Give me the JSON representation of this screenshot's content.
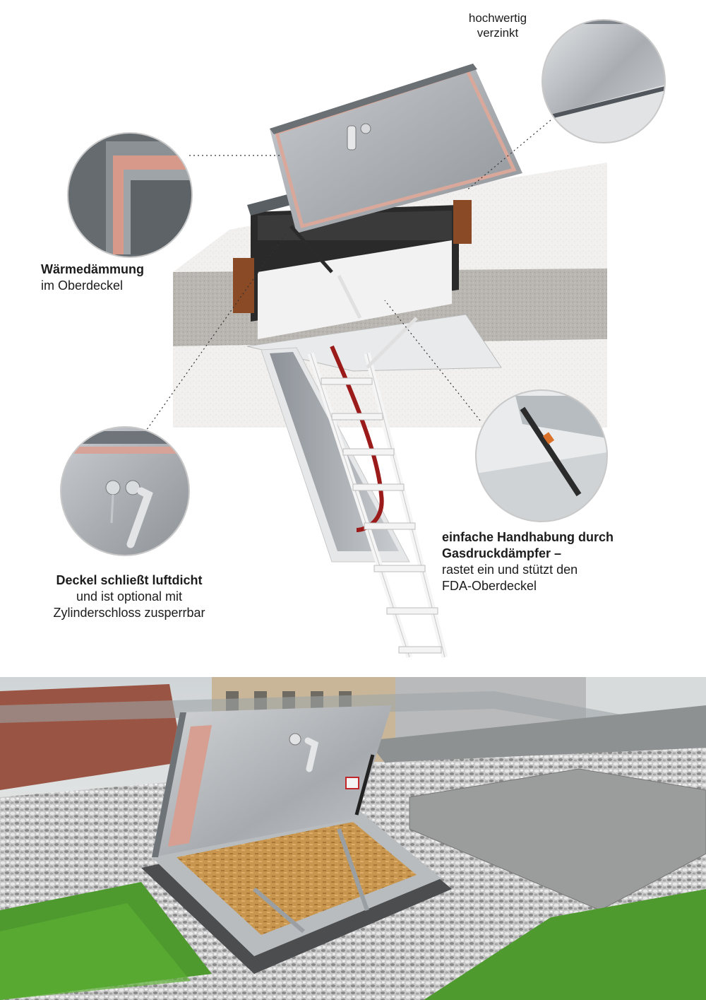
{
  "annotations": {
    "insulation": {
      "title": "Wärmedämmung",
      "text": "im Oberdeckel"
    },
    "galvanized": {
      "line1": "hochwertig",
      "line2": "verzinkt"
    },
    "damper": {
      "title1": "einfache Handhabung durch",
      "title2": "Gasdruckdämpfer –",
      "text1": "rastet ein und stützt den",
      "text2": "FDA-Oberdeckel"
    },
    "lid": {
      "title": "Deckel schließt luftdicht",
      "text1": "und ist optional mit",
      "text2": "Zylinderschloss zusperrbar"
    }
  },
  "colors": {
    "concrete": "#b9b6b1",
    "insulation_foam": "#f0efee",
    "wood_block": "#8a4a25",
    "sheet_metal": "#b4b8bc",
    "rail_red": "#9b1b1b",
    "grass": "#4f9a2e",
    "gravel": "#d8d8d8"
  }
}
